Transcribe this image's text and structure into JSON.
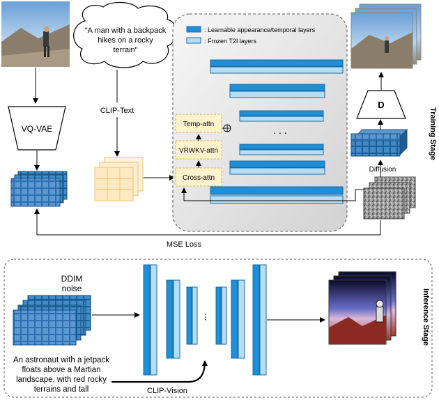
{
  "training": {
    "prompt_text": [
      "\"A man with a backpack",
      "hikes on a rocky",
      "terrain\""
    ],
    "vqvae_label": "VQ-VAE",
    "clip_text_label": "CLIP-Text",
    "legend_learnable": ": Learnable appearance/temporal layers",
    "legend_frozen": ": Frozen T2I layers",
    "temp_attn_label": "Temp-attn",
    "vrwkv_attn_label": "VRWKV-attn",
    "cross_attn_label": "Cross-attn",
    "dots": ". . .",
    "decoder_label": "D",
    "diffusion_label": "Diffusion",
    "mse_loss_label": "MSE Loss",
    "stage_label": "Training Stage"
  },
  "inference": {
    "ddim_label": [
      "DDIM",
      "noise"
    ],
    "prompt_text": [
      "An astronaut with a jetpack",
      "floats above a Martian",
      "landscape, with red rocky",
      "terrains and tall"
    ],
    "clip_vision_label": "CLIP-Vision",
    "dots": "...",
    "stage_label": "Inference Stage"
  },
  "colors": {
    "learnable": "#1f8fd6",
    "frozen": "#b5def2",
    "diffusion_text": "#8b1a1a",
    "prompt_red": "#e0524a",
    "attn_box_fill": "#fff2cc",
    "attn_box_stroke": "#d6b656",
    "panel_fill": "#e8e8e8"
  }
}
